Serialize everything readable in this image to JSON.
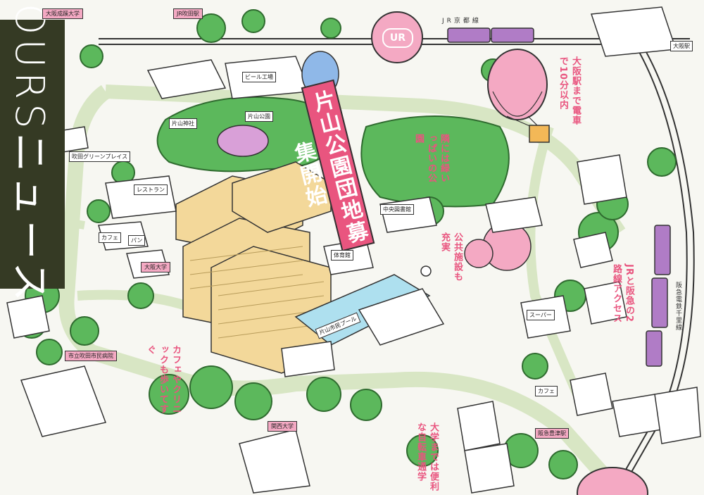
{
  "brand": {
    "title": "OURSニュース"
  },
  "banner": {
    "title": "片山公園団地募集開始"
  },
  "balloon": {
    "label": "UR"
  },
  "rail": {
    "jr_line": "JR京都線",
    "hankyu_line": "阪急電鉄千里線"
  },
  "stations": {
    "jr_suita": "JR吹田駅",
    "osaka": "大阪駅",
    "hankyu_toyotsu": "阪急豊津駅"
  },
  "places": {
    "osaka_gakuin": "大阪成蹊大学",
    "katayama_park": "片山公園",
    "katayama_shrine": "片山神社",
    "suita_green_place": "吹田グリーンプレイス",
    "restaurant": "レストラン",
    "cafe": "カフェ",
    "bread": "パン",
    "university_small": "大阪大学",
    "gymnasium": "体育館",
    "municipal_pool": "片山市民プール",
    "library": "中央図書館",
    "city_hospital": "市立吹田市民病院",
    "kansai_univ": "関西大学",
    "cafe_east": "カフェ",
    "super": "スーパー",
    "beer_factory": "ビール工場"
  },
  "callouts": {
    "osaka_access": "大阪駅まで電車で10分以内",
    "green_park": "隣には緑いっぱいの公園",
    "public_facilities": "公共施設も充実",
    "two_lines": "JRと阪急の2路線アクセス",
    "cafe_clinic": "カフェやクリニックも歩いてすぐ",
    "univ_bike": "大学までは便利な自転車通学"
  },
  "colors": {
    "green": "#5cb85c",
    "pink": "#e9557f",
    "light_pink": "#f4a9c3",
    "panel": "#353a24",
    "train": "#b07cc6",
    "building": "#f3d89a"
  }
}
